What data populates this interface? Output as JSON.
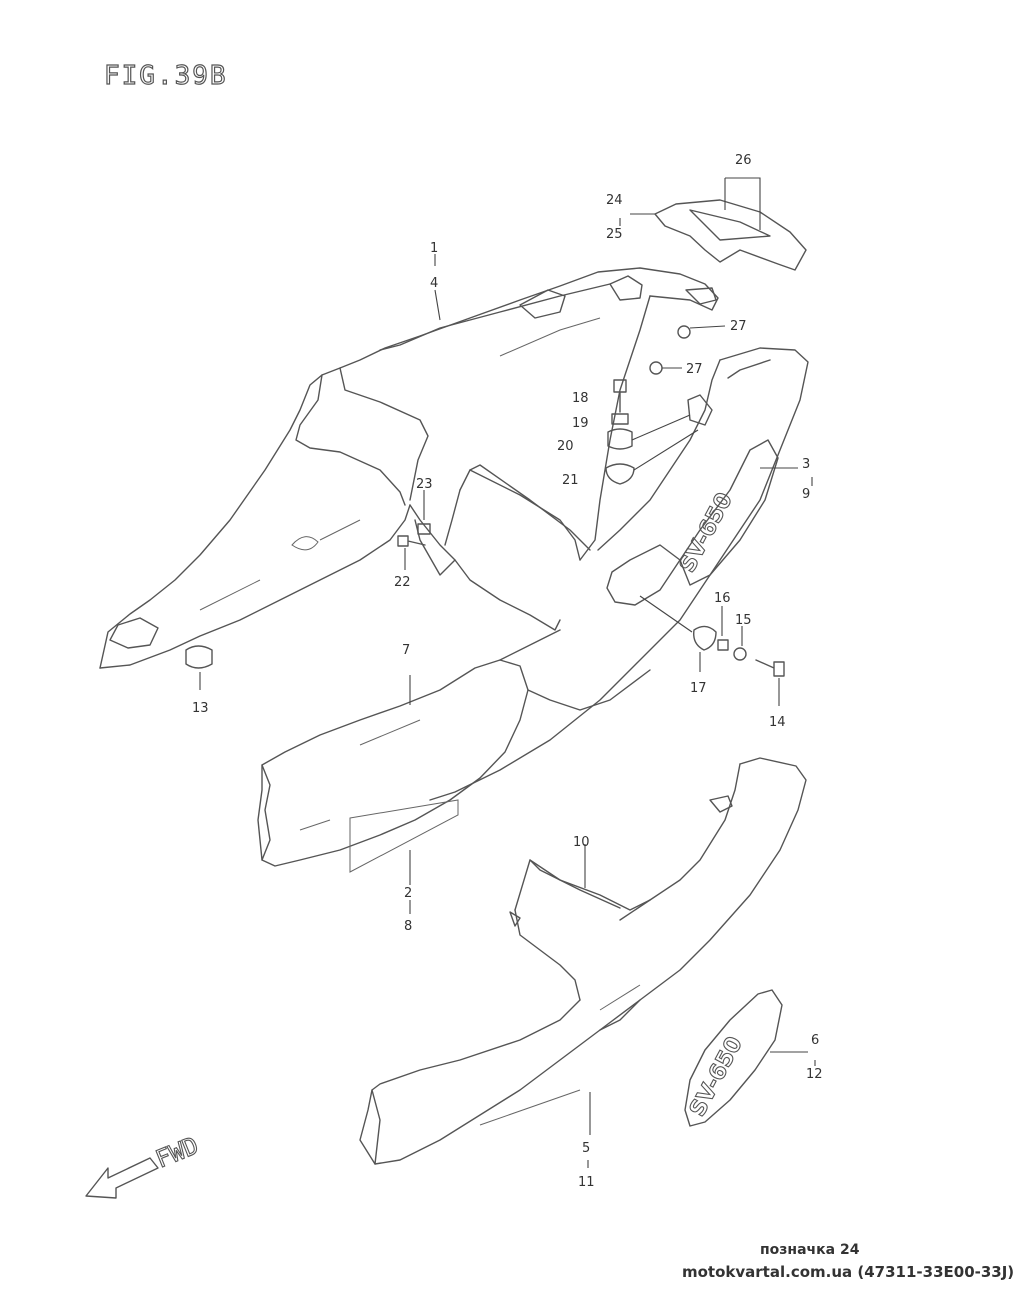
{
  "figure": {
    "title": "FIG.39B"
  },
  "direction_label": "FWD",
  "decal_text": "SV-650",
  "parts": [
    {
      "id": "p1",
      "label": "1"
    },
    {
      "id": "p4",
      "label": "4"
    },
    {
      "id": "p26",
      "label": "26"
    },
    {
      "id": "p24",
      "label": "24"
    },
    {
      "id": "p25",
      "label": "25"
    },
    {
      "id": "p27a",
      "label": "27"
    },
    {
      "id": "p27b",
      "label": "27"
    },
    {
      "id": "p18",
      "label": "18"
    },
    {
      "id": "p19",
      "label": "19"
    },
    {
      "id": "p20",
      "label": "20"
    },
    {
      "id": "p21",
      "label": "21"
    },
    {
      "id": "p3",
      "label": "3"
    },
    {
      "id": "p9",
      "label": "9"
    },
    {
      "id": "p23",
      "label": "23"
    },
    {
      "id": "p22",
      "label": "22"
    },
    {
      "id": "p16",
      "label": "16"
    },
    {
      "id": "p15",
      "label": "15"
    },
    {
      "id": "p17",
      "label": "17"
    },
    {
      "id": "p14",
      "label": "14"
    },
    {
      "id": "p13",
      "label": "13"
    },
    {
      "id": "p7",
      "label": "7"
    },
    {
      "id": "p2",
      "label": "2"
    },
    {
      "id": "p8",
      "label": "8"
    },
    {
      "id": "p10",
      "label": "10"
    },
    {
      "id": "p6",
      "label": "6"
    },
    {
      "id": "p12",
      "label": "12"
    },
    {
      "id": "p5",
      "label": "5"
    },
    {
      "id": "p11",
      "label": "11"
    }
  ],
  "footer": {
    "reference": "позначка 24",
    "site": "motokvartal.com.ua (47311-33E00-33J)"
  }
}
